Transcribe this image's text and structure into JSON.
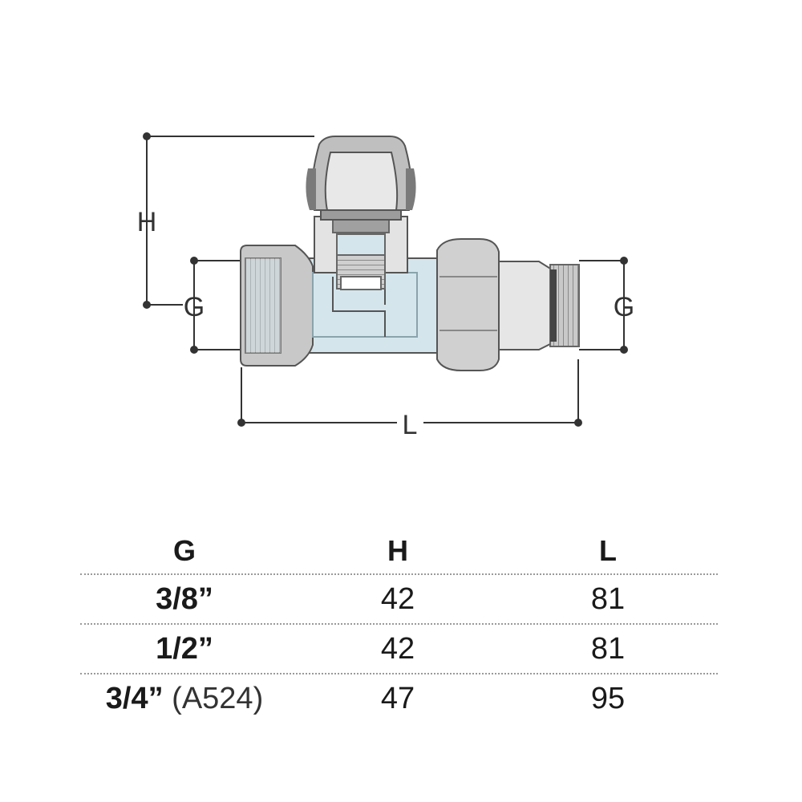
{
  "diagram": {
    "labels": {
      "height": "H",
      "thread_left": "G",
      "thread_right": "G",
      "length": "L"
    }
  },
  "table": {
    "headers": [
      "G",
      "H",
      "L"
    ],
    "rows": [
      {
        "g": "3/8”",
        "g_note": "",
        "h": "42",
        "l": "81"
      },
      {
        "g": "1/2”",
        "g_note": "",
        "h": "42",
        "l": "81"
      },
      {
        "g": "3/4”",
        "g_note": "(A524)",
        "h": "47",
        "l": "95"
      }
    ]
  },
  "colors": {
    "dimension_line": "#333333",
    "body_fill": "#d4e6ec",
    "metal_shade": "#bfbfbf",
    "outline": "#555555",
    "table_divider": "#9a9a9a"
  }
}
